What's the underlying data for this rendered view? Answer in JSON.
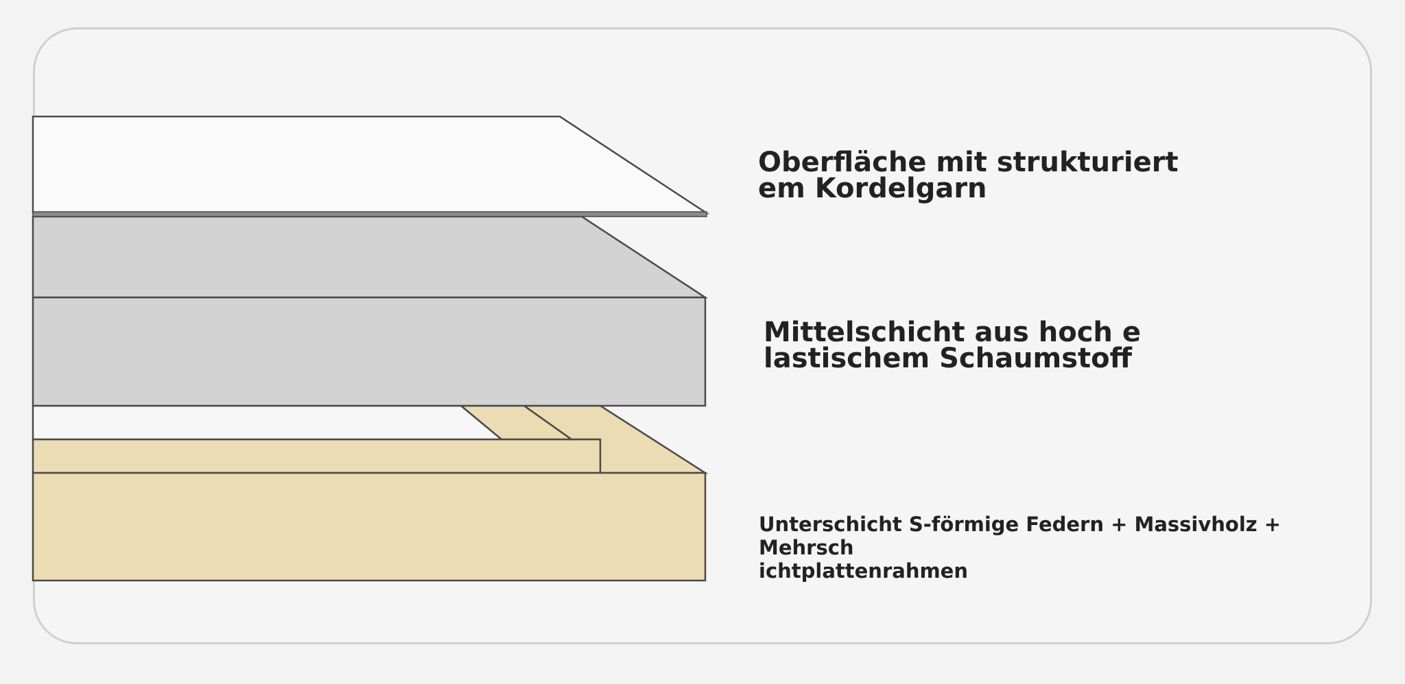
{
  "layers": [
    {
      "id": "top",
      "label": "Oberfläche mit strukturiert\nem Kordelgarn",
      "fill": "#fafafa"
    },
    {
      "id": "middle",
      "label": "Mittelschicht aus hoch e\nlastischem Schaumstoff",
      "fill": "#d3d3d3"
    },
    {
      "id": "bottom",
      "label": "Unterschicht S-förmige Federn + Massivholz + Mehrsch\nichtplattenrahmen",
      "fill": "#ecdcb4"
    }
  ],
  "colors": {
    "outline": "#4a4a4a",
    "text": "#222222",
    "panel_border": "#cfcfcf",
    "background": "#f3f3f3"
  }
}
